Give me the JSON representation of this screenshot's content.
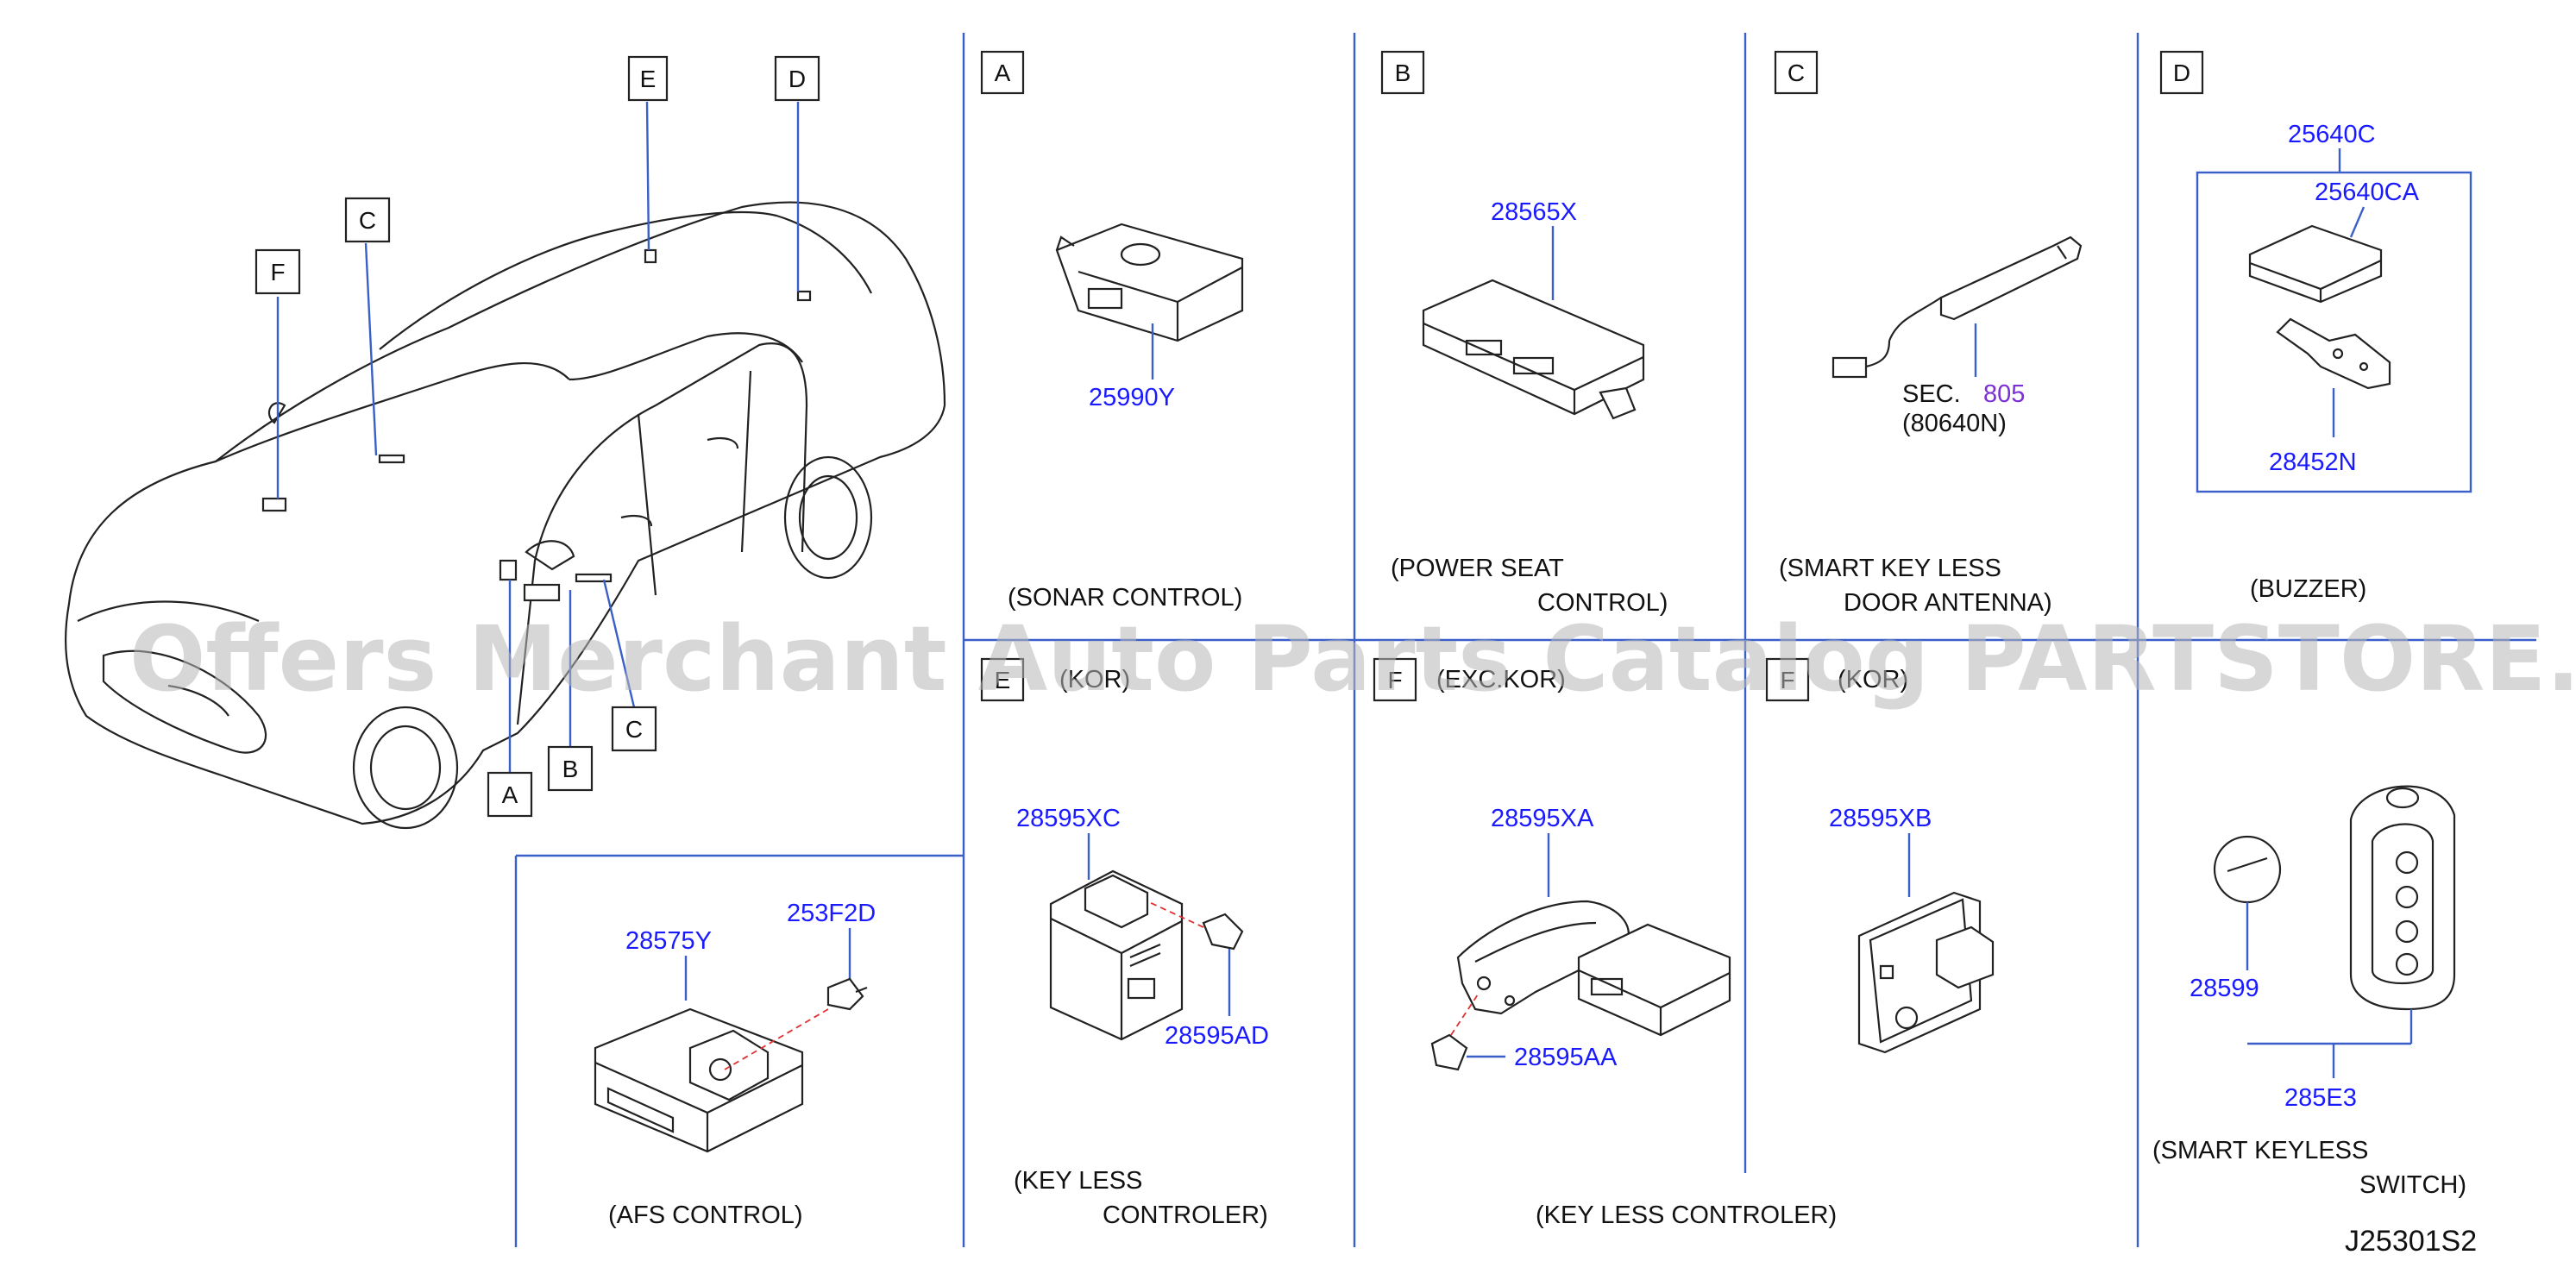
{
  "watermark": "Offers Merchant Auto Parts Catalog PARTSTORE.SA",
  "diagram_code": "J25301S2",
  "overview_callouts": [
    "A",
    "B",
    "C",
    "D",
    "E",
    "F",
    "C"
  ],
  "panels": {
    "A": {
      "letter": "A",
      "caption": "(SONAR   CONTROL)",
      "parts": [
        "25990Y"
      ]
    },
    "B": {
      "letter": "B",
      "caption_line1": "(POWER   SEAT",
      "caption_line2": "CONTROL)",
      "parts": [
        "28565X"
      ]
    },
    "C": {
      "letter": "C",
      "caption_line1": "(SMART   KEY   LESS",
      "caption_line2": "DOOR   ANTENNA)",
      "sec_label": "SEC.",
      "sec_number": "805",
      "sec_ref": "(80640N)"
    },
    "D": {
      "letter": "D",
      "caption": "(BUZZER)",
      "parts": [
        "25640C",
        "25640CA",
        "28452N"
      ]
    },
    "E": {
      "letter": "E",
      "variant": "(KOR)",
      "caption_line1": "(KEY   LESS",
      "caption_line2": "CONTROLER)",
      "parts": [
        "28595XC",
        "28595AD"
      ]
    },
    "F1": {
      "letter": "F",
      "variant": "(EXC.KOR)",
      "parts": [
        "28595XA",
        "28595AA"
      ]
    },
    "F2": {
      "letter": "F",
      "variant": "(KOR)",
      "parts": [
        "28595XB"
      ]
    },
    "F_caption": "(KEY   LESS   CONTROLER)",
    "AFS": {
      "caption": "(AFS   CONTROL)",
      "parts": [
        "28575Y",
        "253F2D"
      ]
    },
    "SW": {
      "caption_line1": "(SMART   KEYLESS",
      "caption_line2": "SWITCH)",
      "parts": [
        "28599",
        "285E3"
      ]
    }
  },
  "colors": {
    "part_number": "#1a1aff",
    "leader": "#3a5fc8",
    "sec_number": "#7b2fd6"
  }
}
